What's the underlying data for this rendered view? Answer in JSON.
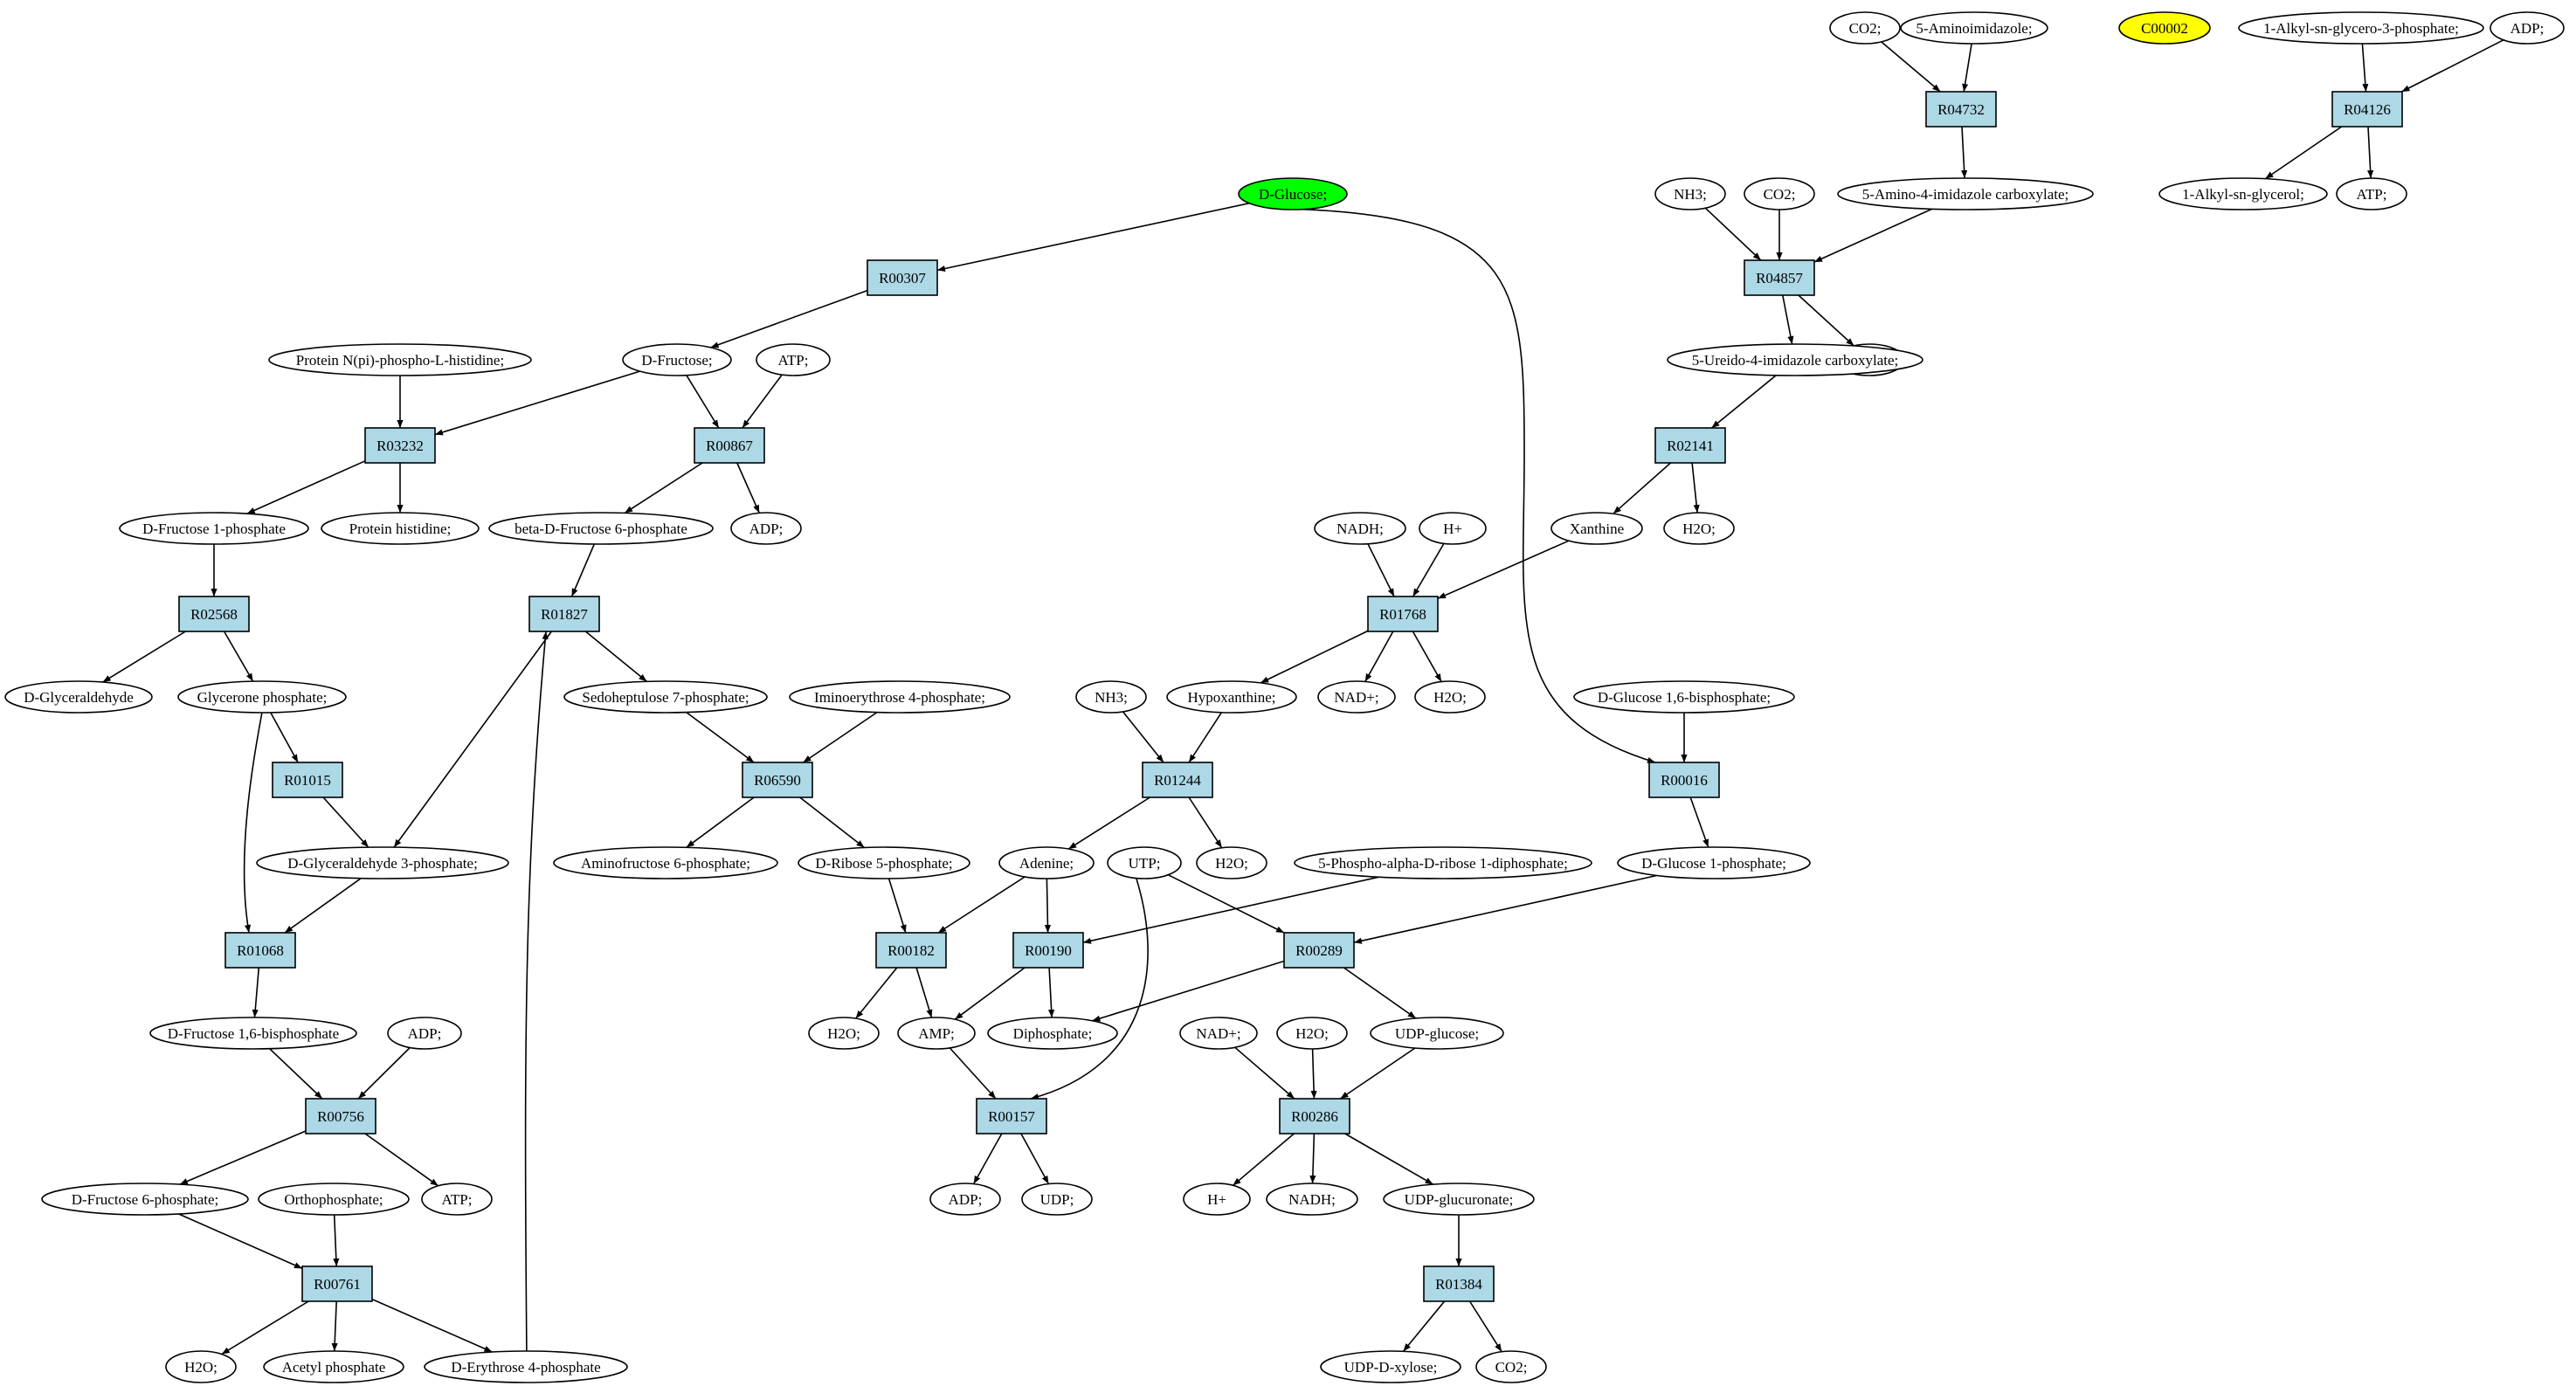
{
  "graph": {
    "compounds": [
      {
        "id": "dglucose",
        "label": "D-Glucose;",
        "fill": "#00ff00"
      },
      {
        "id": "c00002",
        "label": "C00002",
        "fill": "#ffff00"
      },
      {
        "id": "co2_top",
        "label": "CO2;"
      },
      {
        "id": "aminoimidazole",
        "label": "5-Aminoimidazole;"
      },
      {
        "id": "alkylglycero3p",
        "label": "1-Alkyl-sn-glycero-3-phosphate;"
      },
      {
        "id": "adp_top",
        "label": "ADP;"
      },
      {
        "id": "amino4imidazole",
        "label": "5-Amino-4-imidazole carboxylate;"
      },
      {
        "id": "alkylglycerol",
        "label": "1-Alkyl-sn-glycerol;"
      },
      {
        "id": "atp_top",
        "label": "ATP;"
      },
      {
        "id": "nh3_a",
        "label": "NH3;"
      },
      {
        "id": "co2_b",
        "label": "CO2;"
      },
      {
        "id": "h2o_a",
        "label": "H2O;"
      },
      {
        "id": "ureido",
        "label": "5-Ureido-4-imidazole carboxylate;"
      },
      {
        "id": "proteinNpi",
        "label": "Protein N(pi)-phospho-L-histidine;"
      },
      {
        "id": "dfructose",
        "label": "D-Fructose;"
      },
      {
        "id": "atp_a",
        "label": "ATP;"
      },
      {
        "id": "dfructose1p",
        "label": "D-Fructose 1-phosphate"
      },
      {
        "id": "proteinhis",
        "label": "Protein histidine;"
      },
      {
        "id": "betaf6p",
        "label": "beta-D-Fructose 6-phosphate"
      },
      {
        "id": "adp_a",
        "label": "ADP;"
      },
      {
        "id": "nadh_a",
        "label": "NADH;"
      },
      {
        "id": "hplus_a",
        "label": "H+"
      },
      {
        "id": "xanthine",
        "label": "Xanthine"
      },
      {
        "id": "h2o_b",
        "label": "H2O;"
      },
      {
        "id": "dglyceraldehyde",
        "label": "D-Glyceraldehyde"
      },
      {
        "id": "glycerone",
        "label": "Glycerone phosphate;"
      },
      {
        "id": "sedo7p",
        "label": "Sedoheptulose 7-phosphate;"
      },
      {
        "id": "iminoery",
        "label": "Iminoerythrose 4-phosphate;"
      },
      {
        "id": "nh3_b",
        "label": "NH3;"
      },
      {
        "id": "hypoxanthine",
        "label": "Hypoxanthine;"
      },
      {
        "id": "nadplus_a",
        "label": "NAD+;"
      },
      {
        "id": "h2o_c",
        "label": "H2O;"
      },
      {
        "id": "dglc16bp",
        "label": "D-Glucose 1,6-bisphosphate;"
      },
      {
        "id": "dga3p",
        "label": "D-Glyceraldehyde 3-phosphate;"
      },
      {
        "id": "aminofructose",
        "label": "Aminofructose 6-phosphate;"
      },
      {
        "id": "dribose5p",
        "label": "D-Ribose 5-phosphate;"
      },
      {
        "id": "adenine",
        "label": "Adenine;"
      },
      {
        "id": "utp",
        "label": "UTP;"
      },
      {
        "id": "h2o_d",
        "label": "H2O;"
      },
      {
        "id": "prpp",
        "label": "5-Phospho-alpha-D-ribose 1-diphosphate;"
      },
      {
        "id": "dglc1p",
        "label": "D-Glucose 1-phosphate;"
      },
      {
        "id": "dfru16bp",
        "label": "D-Fructose 1,6-bisphosphate"
      },
      {
        "id": "adp_b",
        "label": "ADP;"
      },
      {
        "id": "h2o_e",
        "label": "H2O;"
      },
      {
        "id": "amp",
        "label": "AMP;"
      },
      {
        "id": "diphosphate",
        "label": "Diphosphate;"
      },
      {
        "id": "nadplus_b",
        "label": "NAD+;"
      },
      {
        "id": "h2o_f",
        "label": "H2O;"
      },
      {
        "id": "udpglucose",
        "label": "UDP-glucose;"
      },
      {
        "id": "dfru6p",
        "label": "D-Fructose 6-phosphate;"
      },
      {
        "id": "orthophosphate",
        "label": "Orthophosphate;"
      },
      {
        "id": "atp_b",
        "label": "ATP;"
      },
      {
        "id": "adp_c",
        "label": "ADP;"
      },
      {
        "id": "udp",
        "label": "UDP;"
      },
      {
        "id": "hplus_b",
        "label": "H+"
      },
      {
        "id": "nadh_b",
        "label": "NADH;"
      },
      {
        "id": "udpglucuronate",
        "label": "UDP-glucuronate;"
      },
      {
        "id": "h2o_g",
        "label": "H2O;"
      },
      {
        "id": "acetylphosphate",
        "label": "Acetyl phosphate"
      },
      {
        "id": "derythrose4p",
        "label": "D-Erythrose 4-phosphate"
      },
      {
        "id": "udpxylose",
        "label": "UDP-D-xylose;"
      },
      {
        "id": "co2_c",
        "label": "CO2;"
      }
    ],
    "reactions": [
      {
        "id": "R04732",
        "label": "R04732"
      },
      {
        "id": "R04126",
        "label": "R04126"
      },
      {
        "id": "R00307",
        "label": "R00307"
      },
      {
        "id": "R04857",
        "label": "R04857"
      },
      {
        "id": "R03232",
        "label": "R03232"
      },
      {
        "id": "R00867",
        "label": "R00867"
      },
      {
        "id": "R02141",
        "label": "R02141"
      },
      {
        "id": "R02568",
        "label": "R02568"
      },
      {
        "id": "R01827",
        "label": "R01827"
      },
      {
        "id": "R01768",
        "label": "R01768"
      },
      {
        "id": "R01015",
        "label": "R01015"
      },
      {
        "id": "R06590",
        "label": "R06590"
      },
      {
        "id": "R01244",
        "label": "R01244"
      },
      {
        "id": "R00016",
        "label": "R00016"
      },
      {
        "id": "R01068",
        "label": "R01068"
      },
      {
        "id": "R00182",
        "label": "R00182"
      },
      {
        "id": "R00190",
        "label": "R00190"
      },
      {
        "id": "R00289",
        "label": "R00289"
      },
      {
        "id": "R00756",
        "label": "R00756"
      },
      {
        "id": "R00157",
        "label": "R00157"
      },
      {
        "id": "R00286",
        "label": "R00286"
      },
      {
        "id": "R00761",
        "label": "R00761"
      },
      {
        "id": "R01384",
        "label": "R01384"
      }
    ],
    "edges": [
      [
        "co2_top",
        "R04732"
      ],
      [
        "aminoimidazole",
        "R04732"
      ],
      [
        "R04732",
        "amino4imidazole"
      ],
      [
        "alkylglycero3p",
        "R04126"
      ],
      [
        "adp_top",
        "R04126"
      ],
      [
        "R04126",
        "alkylglycerol"
      ],
      [
        "R04126",
        "atp_top"
      ],
      [
        "dglucose",
        "R00307"
      ],
      [
        "R00307",
        "dfructose"
      ],
      [
        "dglucose",
        "R00016"
      ],
      [
        "nh3_a",
        "R04857"
      ],
      [
        "co2_b",
        "R04857"
      ],
      [
        "amino4imidazole",
        "R04857"
      ],
      [
        "R04857",
        "ureido"
      ],
      [
        "R04857",
        "h2o_a"
      ],
      [
        "ureido",
        "R02141"
      ],
      [
        "R02141",
        "xanthine"
      ],
      [
        "R02141",
        "h2o_b"
      ],
      [
        "proteinNpi",
        "R03232"
      ],
      [
        "dfructose",
        "R03232"
      ],
      [
        "R03232",
        "dfructose1p"
      ],
      [
        "R03232",
        "proteinhis"
      ],
      [
        "dfructose",
        "R00867"
      ],
      [
        "atp_a",
        "R00867"
      ],
      [
        "R00867",
        "betaf6p"
      ],
      [
        "R00867",
        "adp_a"
      ],
      [
        "dfructose1p",
        "R02568"
      ],
      [
        "R02568",
        "dglyceraldehyde"
      ],
      [
        "R02568",
        "glycerone"
      ],
      [
        "betaf6p",
        "R01827"
      ],
      [
        "R01827",
        "sedo7p"
      ],
      [
        "R01827",
        "dga3p"
      ],
      [
        "derythrose4p",
        "R01827"
      ],
      [
        "nadh_a",
        "R01768"
      ],
      [
        "hplus_a",
        "R01768"
      ],
      [
        "xanthine",
        "R01768"
      ],
      [
        "R01768",
        "hypoxanthine"
      ],
      [
        "R01768",
        "nadplus_a"
      ],
      [
        "R01768",
        "h2o_c"
      ],
      [
        "glycerone",
        "R01015"
      ],
      [
        "R01015",
        "dga3p"
      ],
      [
        "glycerone",
        "R01068"
      ],
      [
        "dga3p",
        "R01068"
      ],
      [
        "R01068",
        "dfru16bp"
      ],
      [
        "sedo7p",
        "R06590"
      ],
      [
        "iminoery",
        "R06590"
      ],
      [
        "R06590",
        "aminofructose"
      ],
      [
        "R06590",
        "dribose5p"
      ],
      [
        "nh3_b",
        "R01244"
      ],
      [
        "hypoxanthine",
        "R01244"
      ],
      [
        "R01244",
        "adenine"
      ],
      [
        "R01244",
        "h2o_d"
      ],
      [
        "dglc16bp",
        "R00016"
      ],
      [
        "R00016",
        "dglc1p"
      ],
      [
        "dribose5p",
        "R00182"
      ],
      [
        "adenine",
        "R00182"
      ],
      [
        "R00182",
        "h2o_e"
      ],
      [
        "R00182",
        "amp"
      ],
      [
        "adenine",
        "R00190"
      ],
      [
        "prpp",
        "R00190"
      ],
      [
        "R00190",
        "amp"
      ],
      [
        "R00190",
        "diphosphate"
      ],
      [
        "utp",
        "R00289"
      ],
      [
        "dglc1p",
        "R00289"
      ],
      [
        "R00289",
        "diphosphate"
      ],
      [
        "R00289",
        "udpglucose"
      ],
      [
        "dfru16bp",
        "R00756"
      ],
      [
        "adp_b",
        "R00756"
      ],
      [
        "R00756",
        "dfru6p"
      ],
      [
        "R00756",
        "atp_b"
      ],
      [
        "amp",
        "R00157"
      ],
      [
        "utp",
        "R00157"
      ],
      [
        "R00157",
        "adp_c"
      ],
      [
        "R00157",
        "udp"
      ],
      [
        "nadplus_b",
        "R00286"
      ],
      [
        "h2o_f",
        "R00286"
      ],
      [
        "udpglucose",
        "R00286"
      ],
      [
        "R00286",
        "hplus_b"
      ],
      [
        "R00286",
        "nadh_b"
      ],
      [
        "R00286",
        "udpglucuronate"
      ],
      [
        "dfru6p",
        "R00761"
      ],
      [
        "orthophosphate",
        "R00761"
      ],
      [
        "R00761",
        "h2o_g"
      ],
      [
        "R00761",
        "acetylphosphate"
      ],
      [
        "R00761",
        "derythrose4p"
      ],
      [
        "udpglucuronate",
        "R01384"
      ],
      [
        "R01384",
        "udpxylose"
      ],
      [
        "R01384",
        "co2_c"
      ]
    ]
  }
}
